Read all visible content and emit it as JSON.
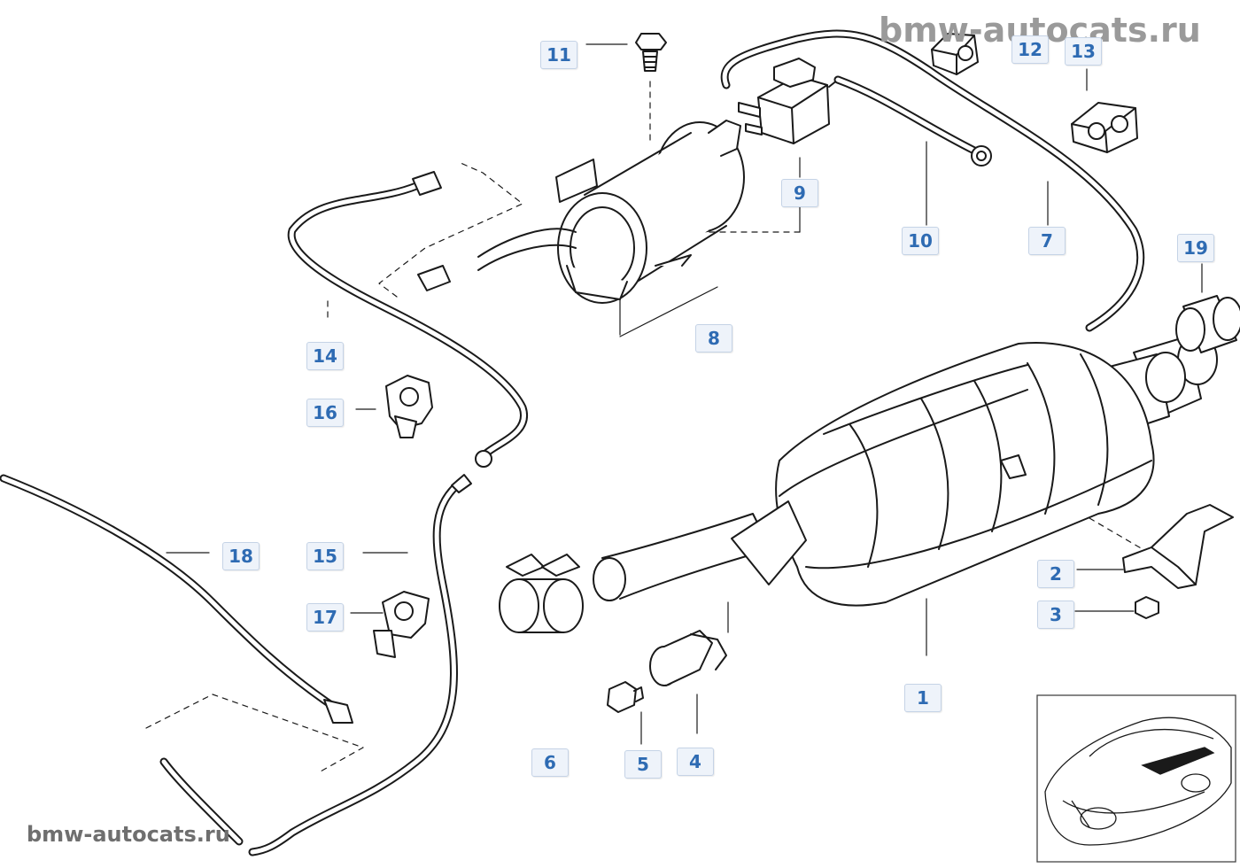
{
  "watermarks": {
    "top": "bmw-autocats.ru",
    "bottom": "bmw-autocats.ru"
  },
  "callouts": {
    "c1": "1",
    "c2": "2",
    "c3": "3",
    "c4": "4",
    "c5": "5",
    "c6": "6",
    "c7": "7",
    "c8": "8",
    "c9": "9",
    "c10": "10",
    "c11": "11",
    "c12": "12",
    "c13": "13",
    "c14": "14",
    "c15": "15",
    "c16": "16",
    "c17": "17",
    "c18": "18",
    "c19": "19"
  },
  "colors": {
    "callout_text": "#2e6bb3",
    "callout_bg": "#eef3fa",
    "line": "#1a1a1a",
    "watermark": "#8a8a8a"
  }
}
